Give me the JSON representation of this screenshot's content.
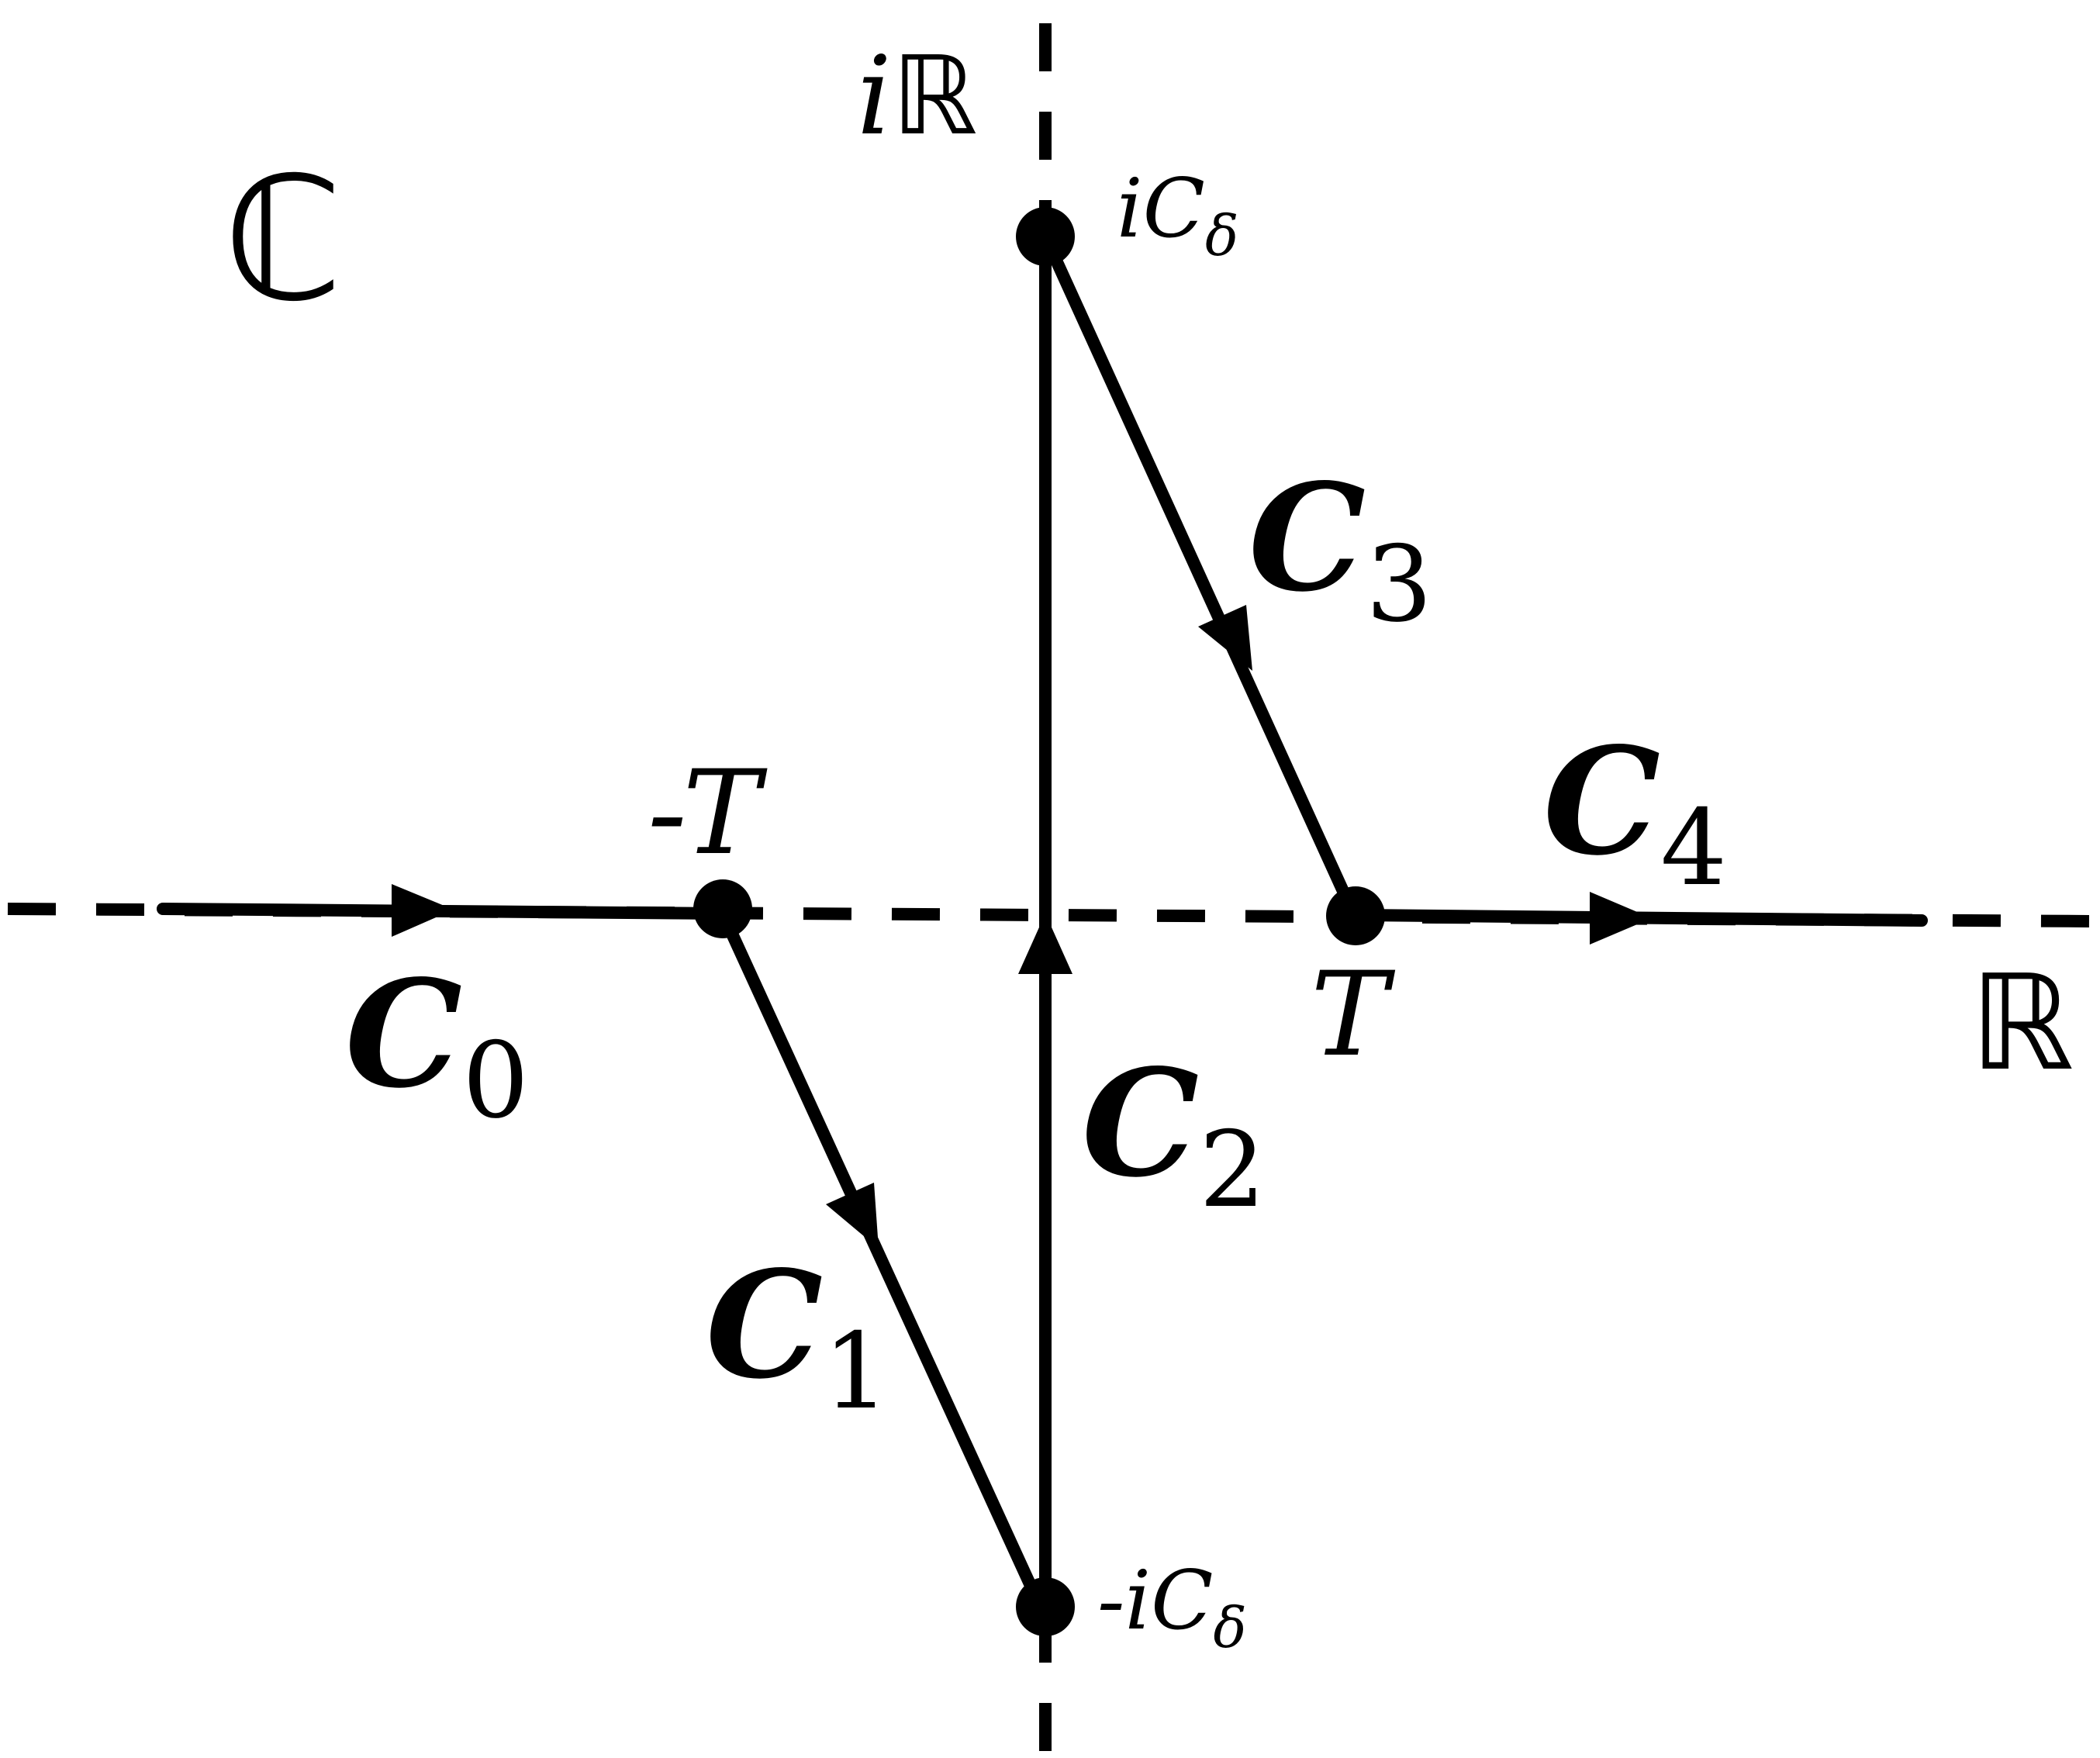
{
  "plane_label": "ℂ",
  "imag_axis_label": {
    "prefix": "i",
    "main": "ℝ"
  },
  "real_axis_label": "ℝ",
  "points": {
    "neg_T": "-T",
    "T": "T",
    "top": {
      "prefix": "i",
      "main": "C",
      "sub": "δ"
    },
    "bottom": {
      "prefix": "-i",
      "main": "C",
      "sub": "δ"
    }
  },
  "contours": [
    {
      "main": "C",
      "sub": "0"
    },
    {
      "main": "C",
      "sub": "1"
    },
    {
      "main": "C",
      "sub": "2"
    },
    {
      "main": "C",
      "sub": "3"
    },
    {
      "main": "C",
      "sub": "4"
    }
  ]
}
